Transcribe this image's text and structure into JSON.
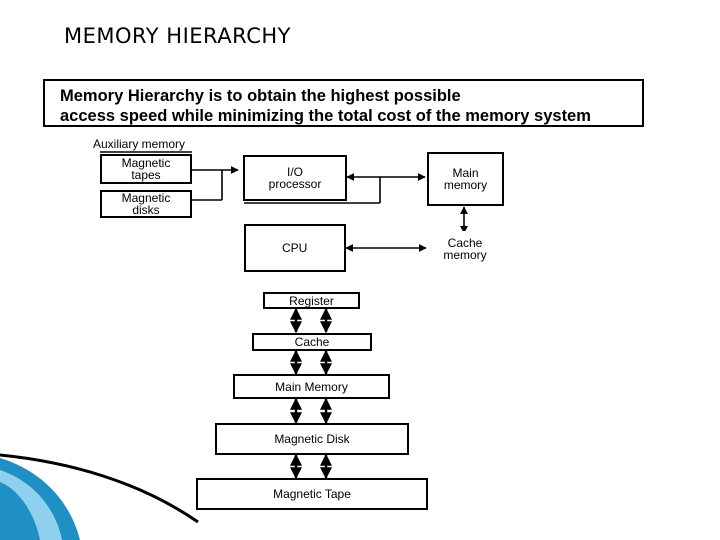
{
  "slide": {
    "title": "MEMORY HIERARCHY",
    "definition": {
      "line1": "Memory Hierarchy is to obtain the highest possible",
      "line2": "access speed while minimizing the total cost of the memory system"
    }
  },
  "system_diagram": {
    "auxiliary_label": "Auxiliary memory",
    "magnetic_tapes": "Magnetic tapes",
    "magnetic_disks": "Magnetic disks",
    "io_processor": "I/O processor",
    "main_memory": "Main memory",
    "cpu": "CPU",
    "cache_memory": "Cache memory"
  },
  "pyramid": {
    "levels": [
      "Register",
      "Cache",
      "Main Memory",
      "Magnetic Disk",
      "Magnetic Tape"
    ]
  },
  "colors": {
    "accent": "#1f8fc4",
    "accent_light": "#8fd0ee"
  }
}
